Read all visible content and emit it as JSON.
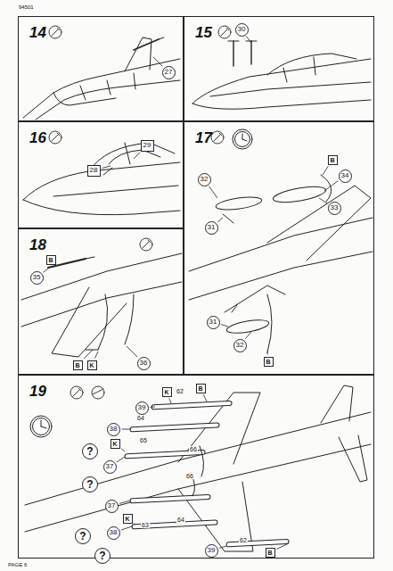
{
  "diagram": {
    "nodes": [
      {
        "text": [
          "14"
        ]
      },
      {
        "text": [
          "15"
        ]
      },
      {
        "text": [
          "16"
        ]
      },
      {
        "text": [
          "17"
        ]
      },
      {
        "text": [
          "18"
        ]
      },
      {
        "text": [
          "19"
        ]
      },
      {
        "text": [
          "27"
        ],
        "in": 0
      },
      {
        "text": [
          "30"
        ],
        "in": 1
      },
      {
        "text": [
          "29"
        ],
        "in": 2
      },
      {
        "text": [
          "28"
        ],
        "in": 2
      },
      {
        "text": [
          "32"
        ],
        "in": 3
      },
      {
        "text": [
          "34"
        ],
        "in": 3
      },
      {
        "text": [
          "33"
        ],
        "in": 3
      },
      {
        "text": [
          "31"
        ],
        "in": 3
      },
      {
        "text": [
          "31"
        ],
        "in": 3
      },
      {
        "text": [
          "32"
        ],
        "in": 3
      },
      {
        "text": [
          "B"
        ],
        "in": 3
      },
      {
        "text": [
          "B"
        ],
        "in": 3
      },
      {
        "text": [
          "35"
        ],
        "in": 4
      },
      {
        "text": [
          "36"
        ],
        "in": 4
      },
      {
        "text": [
          "B"
        ],
        "in": 4
      },
      {
        "text": [
          "B"
        ],
        "in": 4
      },
      {
        "text": [
          "K"
        ],
        "in": 4
      },
      {
        "text": [
          "39"
        ],
        "in": 5
      },
      {
        "text": [
          "K"
        ],
        "in": 5
      },
      {
        "text": [
          "B"
        ],
        "in": 5
      },
      {
        "text": [
          "38"
        ],
        "in": 5
      },
      {
        "text": [
          "?"
        ],
        "in": 5
      },
      {
        "text": [
          "K"
        ],
        "in": 5
      },
      {
        "text": [
          "37"
        ],
        "in": 5
      },
      {
        "text": [
          "?"
        ],
        "in": 5
      },
      {
        "text": [
          "37"
        ],
        "in": 5
      },
      {
        "text": [
          "K"
        ],
        "in": 5
      },
      {
        "text": [
          "38"
        ],
        "in": 5
      },
      {
        "text": [
          "?"
        ],
        "in": 5
      },
      {
        "text": [
          "?"
        ],
        "in": 5
      },
      {
        "text": [
          "39"
        ],
        "in": 5
      },
      {
        "text": [
          "B"
        ],
        "in": 5
      }
    ],
    "labels": [
      "94501",
      "62",
      "64",
      "65",
      "66",
      "66",
      "63",
      "64",
      "62",
      "PAGE 6"
    ]
  }
}
